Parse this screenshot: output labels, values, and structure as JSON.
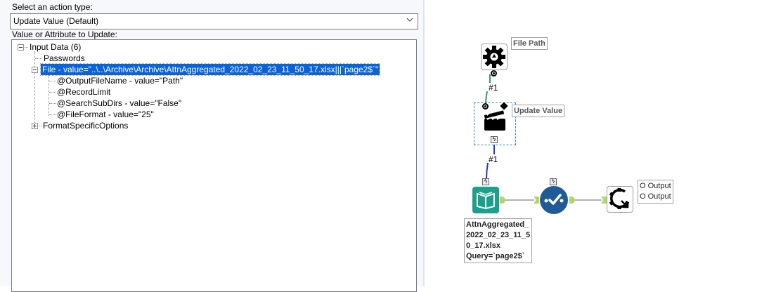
{
  "config_panel": {
    "action_type_label": "Select an action type:",
    "action_type_value": "Update Value (Default)",
    "value_label": "Value or Attribute to Update:",
    "tree": {
      "root": "Input Data (6)",
      "items": [
        {
          "label": "Passwords",
          "level": 1,
          "expandable": false
        },
        {
          "label": "File - value=\"..\\..\\Archive\\Archive\\AttnAggregated_2022_02_23_11_50_17.xlsx|||`page2$`\"",
          "level": 1,
          "expandable": true,
          "expanded": true,
          "selected": true
        },
        {
          "label": "@OutputFileName - value=\"Path\"",
          "level": 2
        },
        {
          "label": "@RecordLimit",
          "level": 2
        },
        {
          "label": "@SearchSubDirs - value=\"False\"",
          "level": 2
        },
        {
          "label": "@FileFormat - value=\"25\"",
          "level": 2
        },
        {
          "label": "FormatSpecificOptions",
          "level": 1,
          "expandable": true,
          "expanded": false
        }
      ]
    }
  },
  "workflow": {
    "tools": [
      {
        "id": "control-parameter",
        "icon": "gear-icon",
        "annotation": "File Path"
      },
      {
        "id": "action",
        "icon": "clapperboard-icon",
        "annotation": "Update Value"
      },
      {
        "id": "input-data",
        "icon": "book-icon",
        "annotation_lines": [
          "AttnAggregated_",
          "2022_02_23_11_5",
          "0_17.xlsx",
          "Query=`page2$`"
        ]
      },
      {
        "id": "select",
        "icon": "check-circle-icon"
      },
      {
        "id": "macro-output",
        "icon": "output-gear-icon",
        "annotation_lines": [
          "O Output",
          "O Output"
        ]
      }
    ],
    "connections": [
      {
        "label": "#1",
        "color": "#2e9e5a"
      },
      {
        "label": "#1",
        "color": "#2b36c9"
      }
    ],
    "colors": {
      "input_teal": "#1aa08b",
      "select_blue": "#1f5b96",
      "anchor_green": "#b5d46a"
    }
  }
}
